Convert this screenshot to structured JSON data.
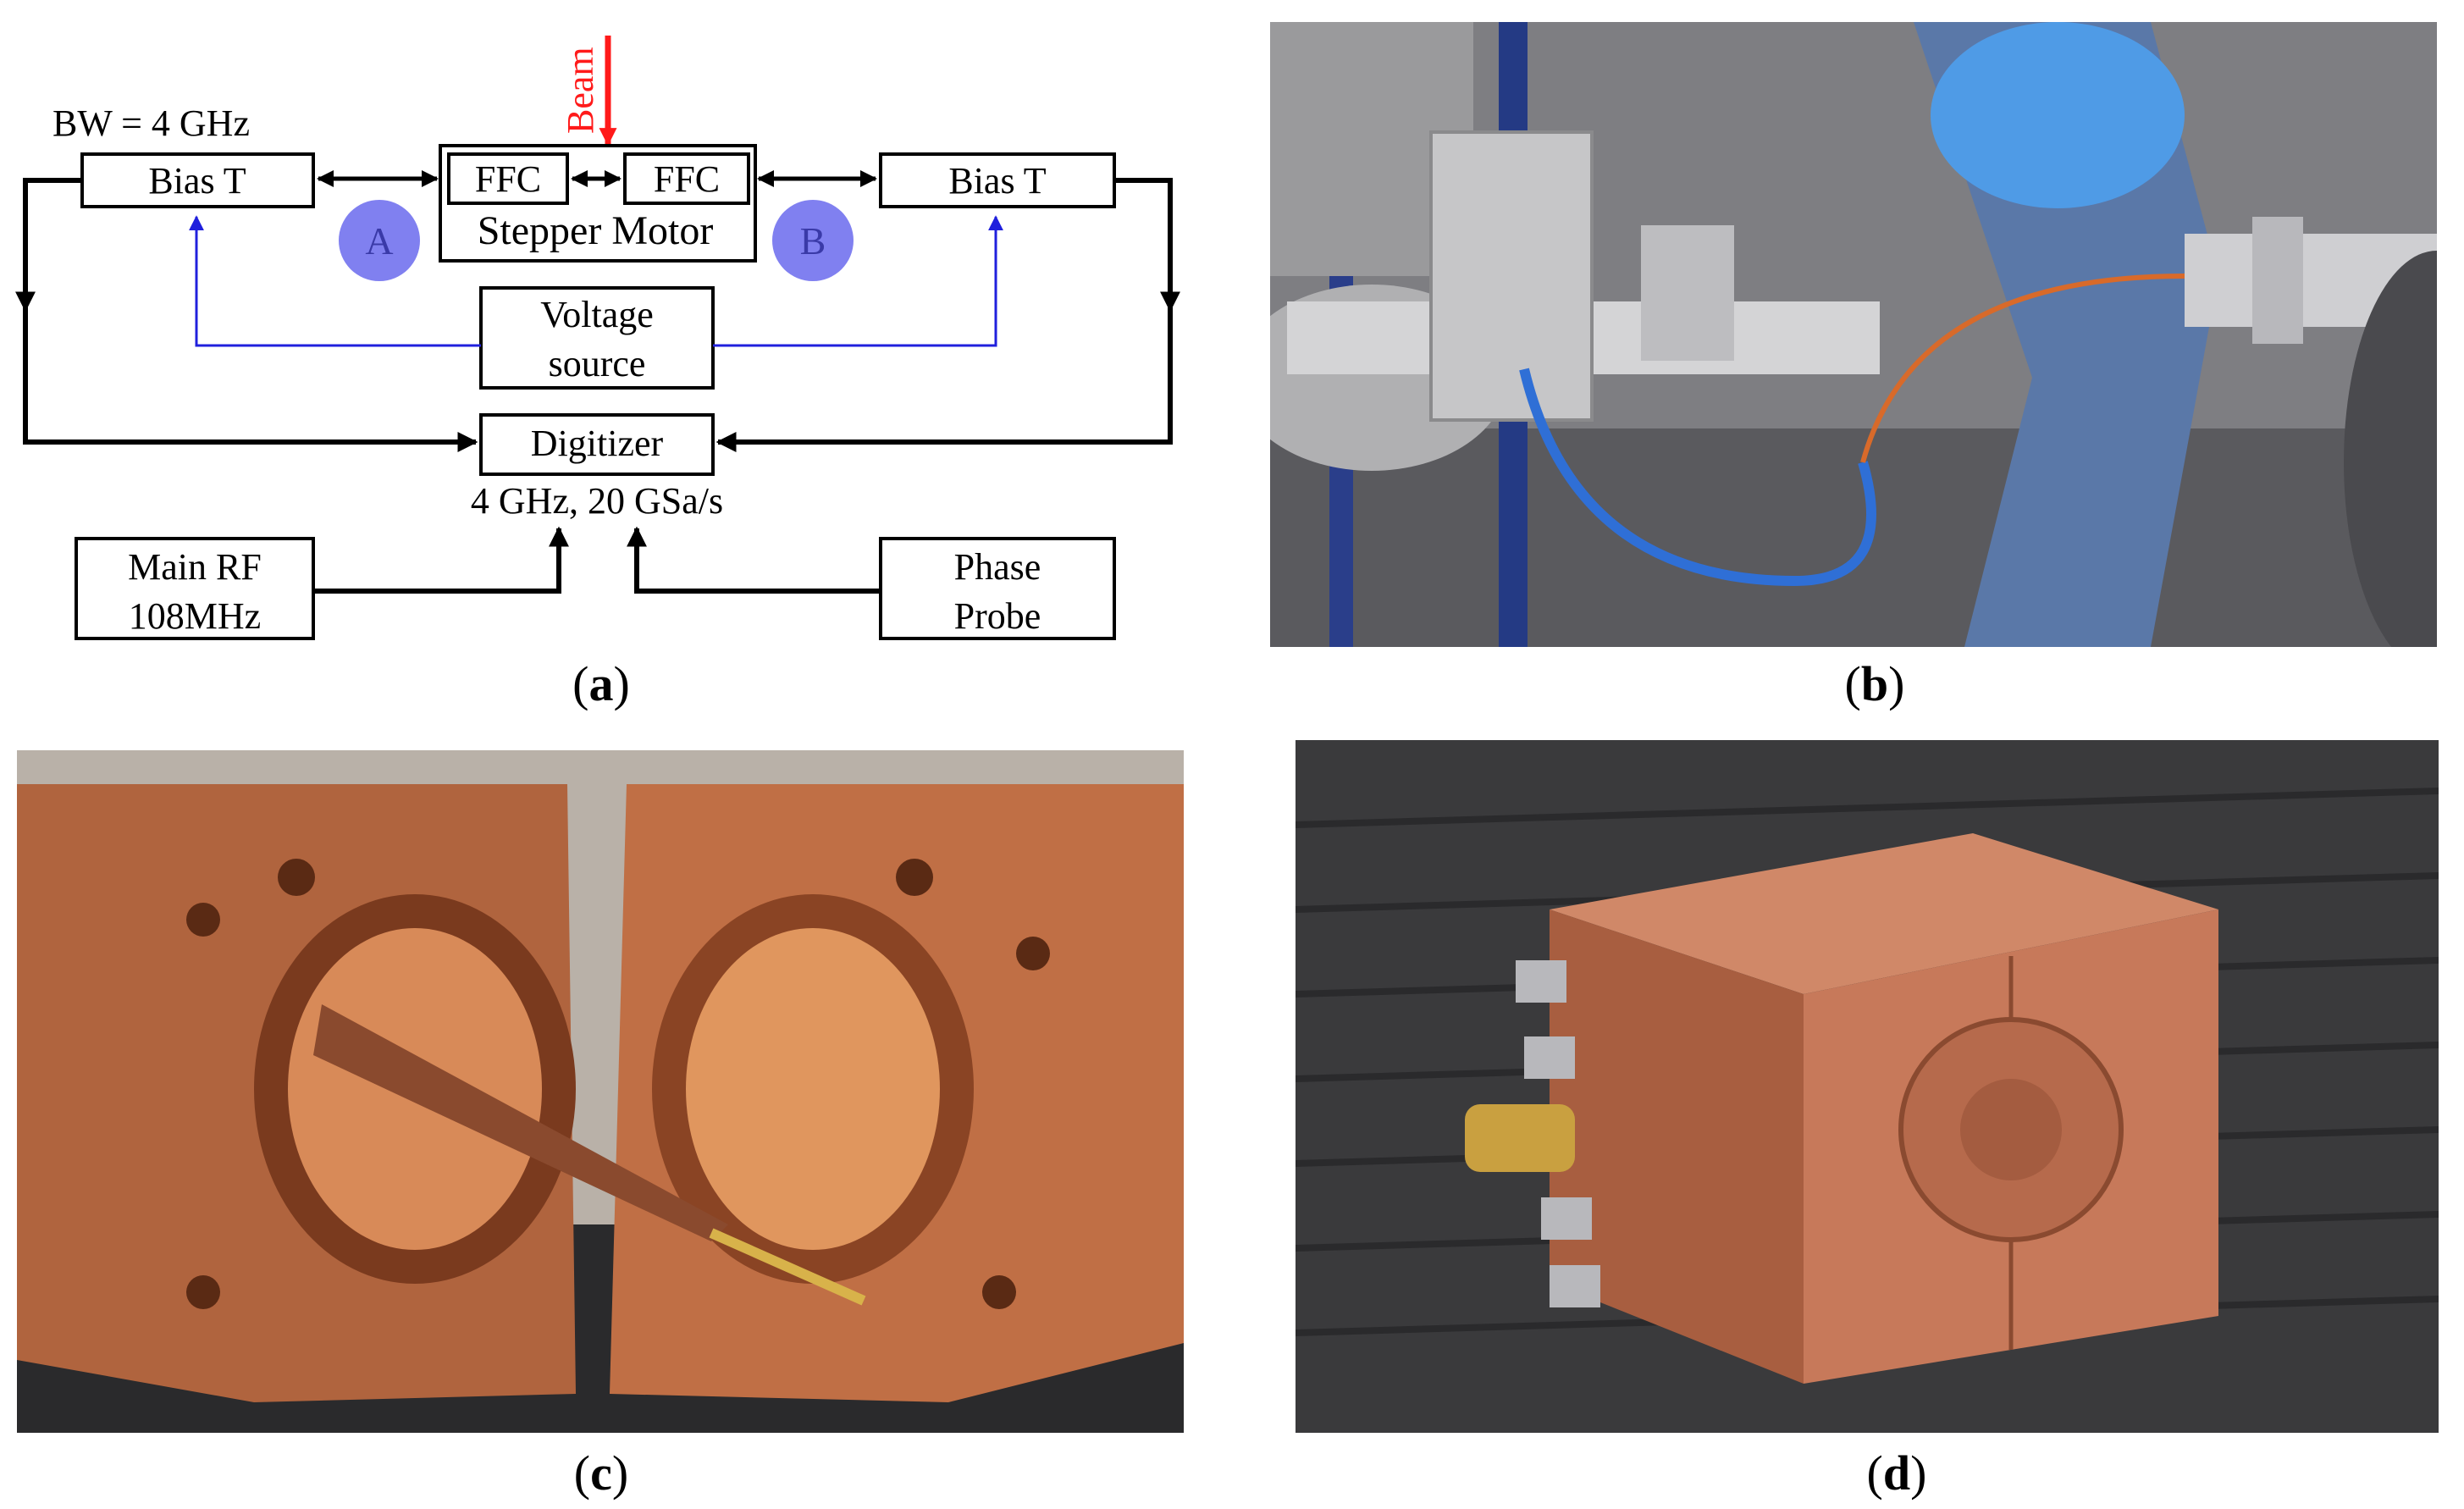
{
  "diagram": {
    "bandwidth": "BW = 4 GHz",
    "beam": "Beam",
    "bias_t_left": "Bias T",
    "bias_t_right": "Bias T",
    "ffc_left": "FFC",
    "ffc_right": "FFC",
    "stepper_motor": "Stepper Motor",
    "marker_a": "A",
    "marker_b": "B",
    "voltage_source_line1": "Voltage",
    "voltage_source_line2": "source",
    "digitizer": "Digitizer",
    "digitizer_spec": "4 GHz, 20 GSa/s",
    "main_rf_line1": "Main RF",
    "main_rf_line2": "108MHz",
    "phase_probe_line1": "Phase",
    "phase_probe_line2": "Probe",
    "colors": {
      "beam": "#ff1a1a",
      "marker": "#8080f0",
      "voltage_wire": "#2020dd"
    }
  },
  "captions": {
    "a": "a",
    "b": "b",
    "c": "c",
    "d": "d"
  }
}
